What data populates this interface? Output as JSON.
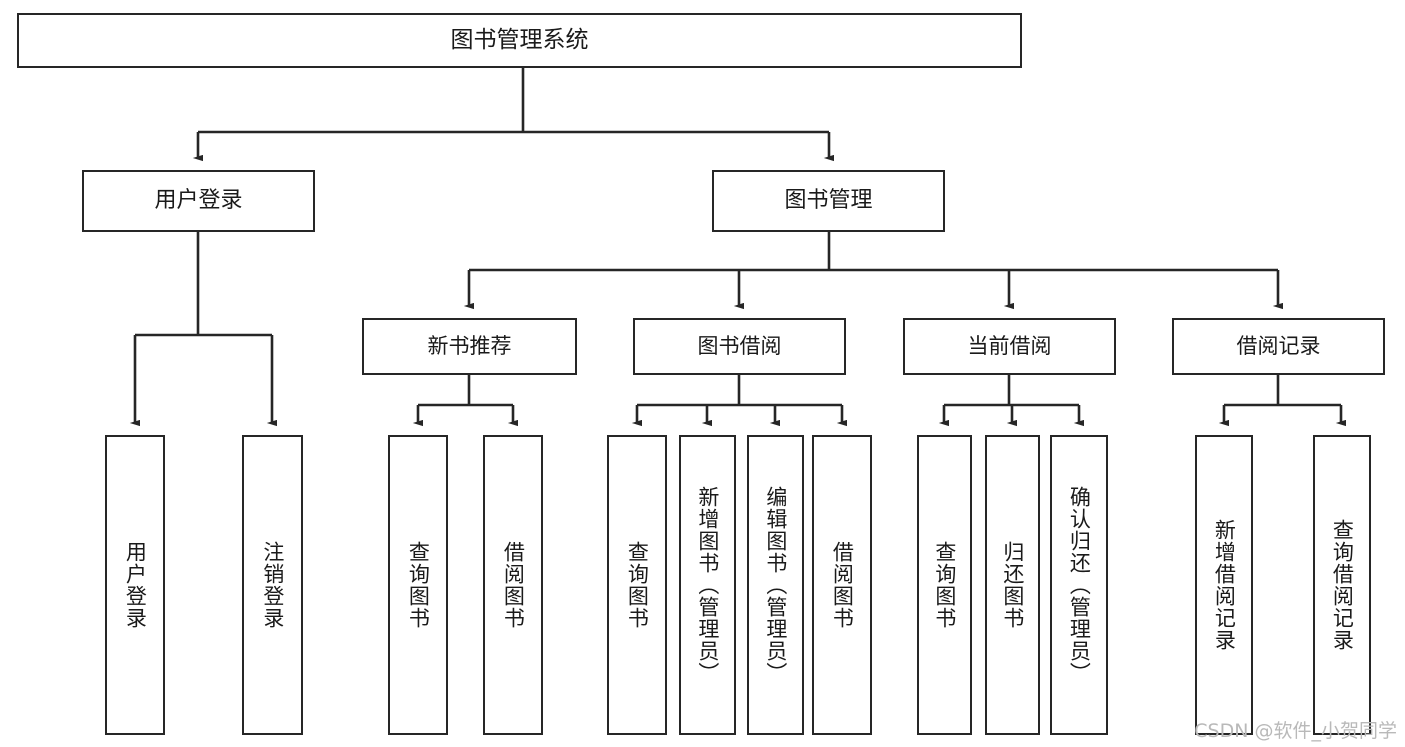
{
  "diagram": {
    "type": "tree",
    "title": "图书管理系统",
    "orientation": "top-down",
    "colors": {
      "box_border": "#262626",
      "box_fill": "#ffffff",
      "connector": "#262626",
      "text": "#1a1a1a",
      "watermark": "#b9b9b9",
      "background": "#ffffff"
    },
    "root": {
      "label": "图书管理系统"
    },
    "level2": [
      {
        "label": "用户登录"
      },
      {
        "label": "图书管理"
      }
    ],
    "level3": [
      {
        "label": "新书推荐"
      },
      {
        "label": "图书借阅"
      },
      {
        "label": "当前借阅"
      },
      {
        "label": "借阅记录"
      }
    ],
    "leaves": {
      "user_login": [
        {
          "label": "用户登录"
        },
        {
          "label": "注销登录"
        }
      ],
      "new_book_recommend": [
        {
          "label": "查询图书"
        },
        {
          "label": "借阅图书"
        }
      ],
      "book_borrow": [
        {
          "label": "查询图书"
        },
        {
          "label": "新增图书（管理员）"
        },
        {
          "label": "编辑图书（管理员）"
        },
        {
          "label": "借阅图书"
        }
      ],
      "current_borrow": [
        {
          "label": "查询图书"
        },
        {
          "label": "归还图书"
        },
        {
          "label": "确认归还（管理员）"
        }
      ],
      "borrow_record": [
        {
          "label": "新增借阅记录"
        },
        {
          "label": "查询借阅记录"
        }
      ]
    }
  },
  "watermark": {
    "text": "CSDN @软件_小贺同学"
  }
}
